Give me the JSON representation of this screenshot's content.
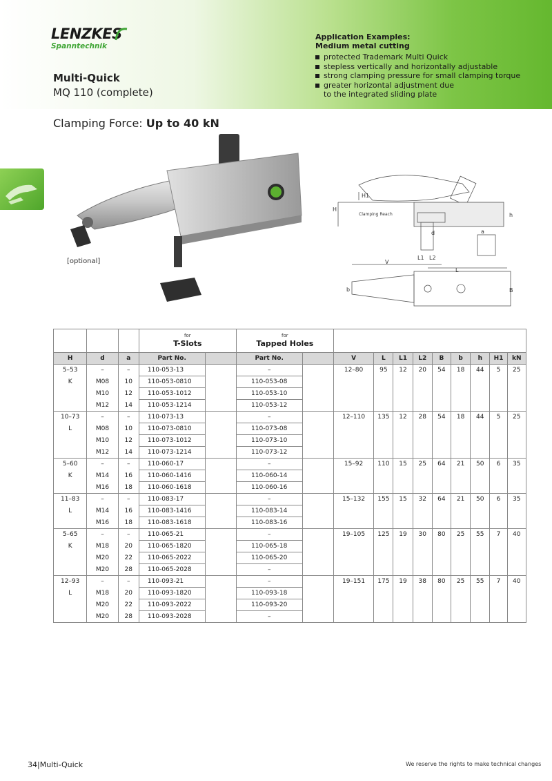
{
  "brand": {
    "name": "LENZKES",
    "sub": "Spanntechnik",
    "color": "#3fa535"
  },
  "product": {
    "name": "Multi-Quick",
    "model": "MQ 110 (complete)"
  },
  "application": {
    "title_line1": "Application Examples:",
    "title_line2": "Medium metal cutting",
    "bullets": [
      "protected Trademark Multi Quick",
      "stepless vertically and horizontally adjustable",
      "strong clamping pressure for small clamping torque",
      "greater horizontal adjustment due"
    ],
    "bullet_continuation": "to the integrated sliding plate"
  },
  "clamping": {
    "label": "Clamping Force: ",
    "value": "Up to 40 kN"
  },
  "photo": {
    "optional_label": "[optional]"
  },
  "drawing": {
    "labels": {
      "H": "H",
      "H1": "H1",
      "clamping_reach": "Clamping Reach",
      "d": "d",
      "a": "a",
      "L1": "L1",
      "L2": "L2",
      "V": "V",
      "L": "L",
      "b": "b",
      "B": "B",
      "h": "h"
    }
  },
  "table": {
    "group_tslots": {
      "for": "for",
      "label": "T-Slots"
    },
    "group_tapped": {
      "for": "for",
      "label": "Tapped Holes"
    },
    "columns": {
      "H": "H",
      "d": "d",
      "a": "a",
      "part_t": "Part No.",
      "part_h": "Part No.",
      "V": "V",
      "L": "L",
      "L1": "L1",
      "L2": "L2",
      "B": "B",
      "b": "b",
      "h": "h",
      "H1": "H1",
      "kN": "kN"
    },
    "groups": [
      {
        "H": "5–53",
        "type": "K",
        "V": "12–80",
        "L": "95",
        "L1": "12",
        "L2": "20",
        "B": "54",
        "b": "18",
        "h": "44",
        "H1": "5",
        "kN": "25",
        "rows": [
          {
            "d": "–",
            "a": "–",
            "t": "110-053-13",
            "th": "–"
          },
          {
            "d": "M08",
            "a": "10",
            "t": "110-053-0810",
            "th": "110-053-08"
          },
          {
            "d": "M10",
            "a": "12",
            "t": "110-053-1012",
            "th": "110-053-10"
          },
          {
            "d": "M12",
            "a": "14",
            "t": "110-053-1214",
            "th": "110-053-12"
          }
        ]
      },
      {
        "H": "10–73",
        "type": "L",
        "V": "12–110",
        "L": "135",
        "L1": "12",
        "L2": "28",
        "B": "54",
        "b": "18",
        "h": "44",
        "H1": "5",
        "kN": "25",
        "rows": [
          {
            "d": "–",
            "a": "–",
            "t": "110-073-13",
            "th": "–"
          },
          {
            "d": "M08",
            "a": "10",
            "t": "110-073-0810",
            "th": "110-073-08"
          },
          {
            "d": "M10",
            "a": "12",
            "t": "110-073-1012",
            "th": "110-073-10"
          },
          {
            "d": "M12",
            "a": "14",
            "t": "110-073-1214",
            "th": "110-073-12"
          }
        ]
      },
      {
        "H": "5–60",
        "type": "K",
        "V": "15–92",
        "L": "110",
        "L1": "15",
        "L2": "25",
        "B": "64",
        "b": "21",
        "h": "50",
        "H1": "6",
        "kN": "35",
        "rows": [
          {
            "d": "–",
            "a": "–",
            "t": "110-060-17",
            "th": "–"
          },
          {
            "d": "M14",
            "a": "16",
            "t": "110-060-1416",
            "th": "110-060-14"
          },
          {
            "d": "M16",
            "a": "18",
            "t": "110-060-1618",
            "th": "110-060-16"
          }
        ]
      },
      {
        "H": "11–83",
        "type": "L",
        "V": "15–132",
        "L": "155",
        "L1": "15",
        "L2": "32",
        "B": "64",
        "b": "21",
        "h": "50",
        "H1": "6",
        "kN": "35",
        "rows": [
          {
            "d": "–",
            "a": "–",
            "t": "110-083-17",
            "th": "–"
          },
          {
            "d": "M14",
            "a": "16",
            "t": "110-083-1416",
            "th": "110-083-14"
          },
          {
            "d": "M16",
            "a": "18",
            "t": "110-083-1618",
            "th": "110-083-16"
          }
        ]
      },
      {
        "H": "5–65",
        "type": "K",
        "V": "19–105",
        "L": "125",
        "L1": "19",
        "L2": "30",
        "B": "80",
        "b": "25",
        "h": "55",
        "H1": "7",
        "kN": "40",
        "rows": [
          {
            "d": "–",
            "a": "–",
            "t": "110-065-21",
            "th": "–"
          },
          {
            "d": "M18",
            "a": "20",
            "t": "110-065-1820",
            "th": "110-065-18"
          },
          {
            "d": "M20",
            "a": "22",
            "t": "110-065-2022",
            "th": "110-065-20"
          },
          {
            "d": "M20",
            "a": "28",
            "t": "110-065-2028",
            "th": "–"
          }
        ]
      },
      {
        "H": "12–93",
        "type": "L",
        "V": "19–151",
        "L": "175",
        "L1": "19",
        "L2": "38",
        "B": "80",
        "b": "25",
        "h": "55",
        "H1": "7",
        "kN": "40",
        "rows": [
          {
            "d": "–",
            "a": "–",
            "t": "110-093-21",
            "th": "–"
          },
          {
            "d": "M18",
            "a": "20",
            "t": "110-093-1820",
            "th": "110-093-18"
          },
          {
            "d": "M20",
            "a": "22",
            "t": "110-093-2022",
            "th": "110-093-20"
          },
          {
            "d": "M20",
            "a": "28",
            "t": "110-093-2028",
            "th": "–"
          }
        ]
      }
    ]
  },
  "footer": {
    "left": "34|Multi-Quick",
    "right": "We reserve the rights to make technical changes"
  }
}
